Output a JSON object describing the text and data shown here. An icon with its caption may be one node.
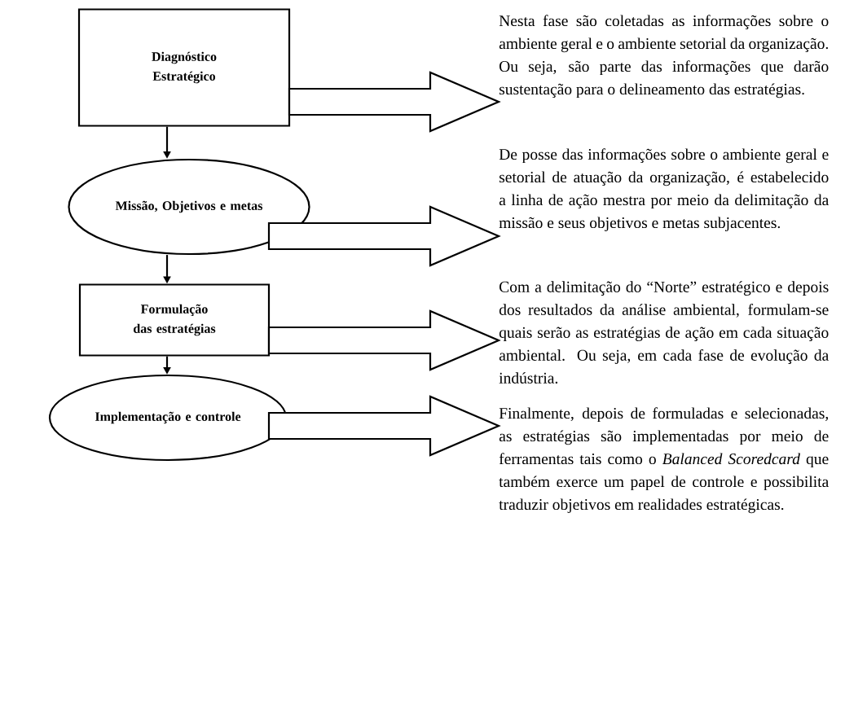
{
  "diagram": {
    "nodes": [
      {
        "text": [
          "Diagnóstico Estratégico"
        ]
      },
      {
        "text": [
          "Missão, Objetivos e metas"
        ]
      },
      {
        "text": [
          "Formulação das estratégias"
        ]
      },
      {
        "text": [
          "Implementação e controle"
        ]
      },
      {
        "text": [
          "Nesta fase são coletadas as informações sobre o ambiente geral e o ambiente setorial da organização. Ou seja, são parte das informações que darão sustentação para o delineamento das estratégias."
        ]
      },
      {
        "text": [
          "De posse das informações sobre o ambiente geral e setorial de atuação da organização, é estabelecido a linha de ação mestra por meio da delimitação da missão e seus objetivos e metas subjacentes."
        ]
      },
      {
        "text": [
          "Com a delimitação do “Norte” estratégico e depois dos resultados da análise ambiental, formulam-se quais serão as estratégias de ação em cada situação ambiental. Ou seja, em cada fase de evolução da indústria."
        ]
      },
      {
        "text": [
          "Finalmente, depois de formuladas e selecionadas, as estratégias são implementadas por meio de ferramentas tais como o *Balanced Scoredcard* que também exerce um papel de controle e possibilita traduzir objetivos em realidades estratégicas."
        ]
      }
    ],
    "edges": [
      {
        "from": 0,
        "to": 1,
        "arrow": "to"
      },
      {
        "from": 1,
        "to": 2,
        "arrow": "to"
      },
      {
        "from": 2,
        "to": 3,
        "arrow": "to"
      },
      {
        "from": 0,
        "to": 4,
        "arrow": "to",
        "style": "thick"
      },
      {
        "from": 1,
        "to": 5,
        "arrow": "to",
        "style": "thick"
      },
      {
        "from": 2,
        "to": 6,
        "arrow": "to",
        "style": "thick"
      },
      {
        "from": 3,
        "to": 7,
        "arrow": "to",
        "style": "thick"
      }
    ]
  }
}
